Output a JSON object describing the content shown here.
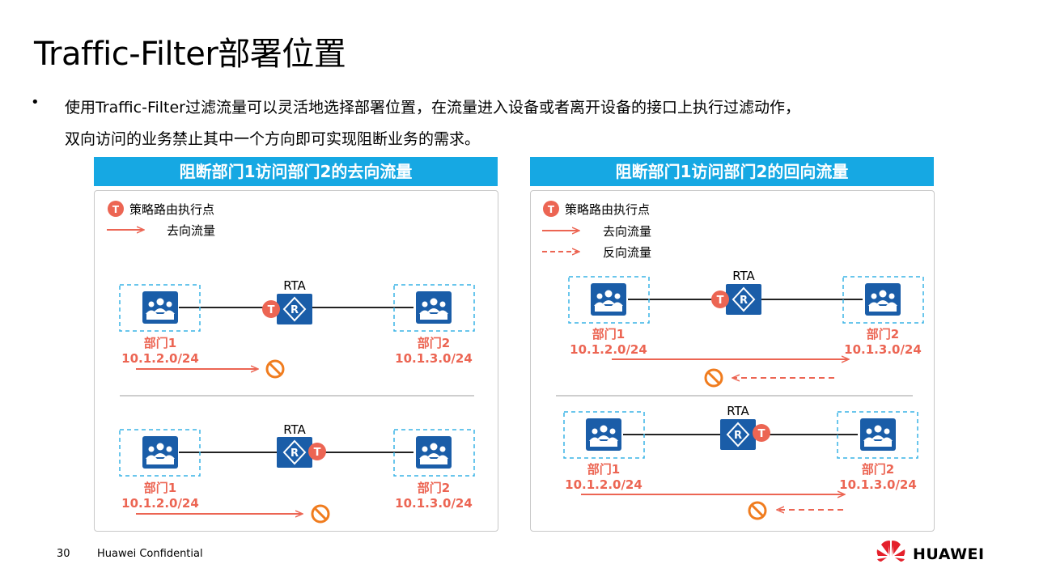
{
  "page": {
    "title": "Traffic-Filter部署位置",
    "bullet_line1": "使用Traffic-Filter过滤流量可以灵活地选择部署位置，在流量进入设备或者离开设备的接口上执行过滤动作，",
    "bullet_line2": "双向访问的业务禁止其中一个方向即可实现阻断业务的需求。"
  },
  "left_panel": {
    "banner": "阻断部门1访问部门2的去向流量",
    "legend": {
      "marker": "T",
      "policy_point": "策略路由执行点",
      "forward": "去向流量"
    },
    "scenarios": [
      {
        "router": "RTA",
        "router_mark": "R",
        "marker": "T",
        "dept1": "部门1",
        "net1": "10.1.2.0/24",
        "dept2": "部门2",
        "net2": "10.1.3.0/24"
      },
      {
        "router": "RTA",
        "router_mark": "R",
        "marker": "T",
        "dept1": "部门1",
        "net1": "10.1.2.0/24",
        "dept2": "部门2",
        "net2": "10.1.3.0/24"
      }
    ]
  },
  "right_panel": {
    "banner": "阻断部门1访问部门2的回向流量",
    "legend": {
      "marker": "T",
      "policy_point": "策略路由执行点",
      "forward": "去向流量",
      "reverse": "反向流量"
    },
    "scenarios": [
      {
        "router": "RTA",
        "router_mark": "R",
        "marker": "T",
        "dept1": "部门1",
        "net1": "10.1.2.0/24",
        "dept2": "部门2",
        "net2": "10.1.3.0/24"
      },
      {
        "router": "RTA",
        "router_mark": "R",
        "marker": "T",
        "dept1": "部门1",
        "net1": "10.1.2.0/24",
        "dept2": "部门2",
        "net2": "10.1.3.0/24"
      }
    ]
  },
  "footer": {
    "page_number": "30",
    "confidential": "Huawei Confidential",
    "brand": "HUAWEI"
  },
  "colors": {
    "accent_blue": "#16a8e3",
    "device_blue": "#1a5da8",
    "red": "#ec6553",
    "dashed_box": "#39b4e6"
  }
}
